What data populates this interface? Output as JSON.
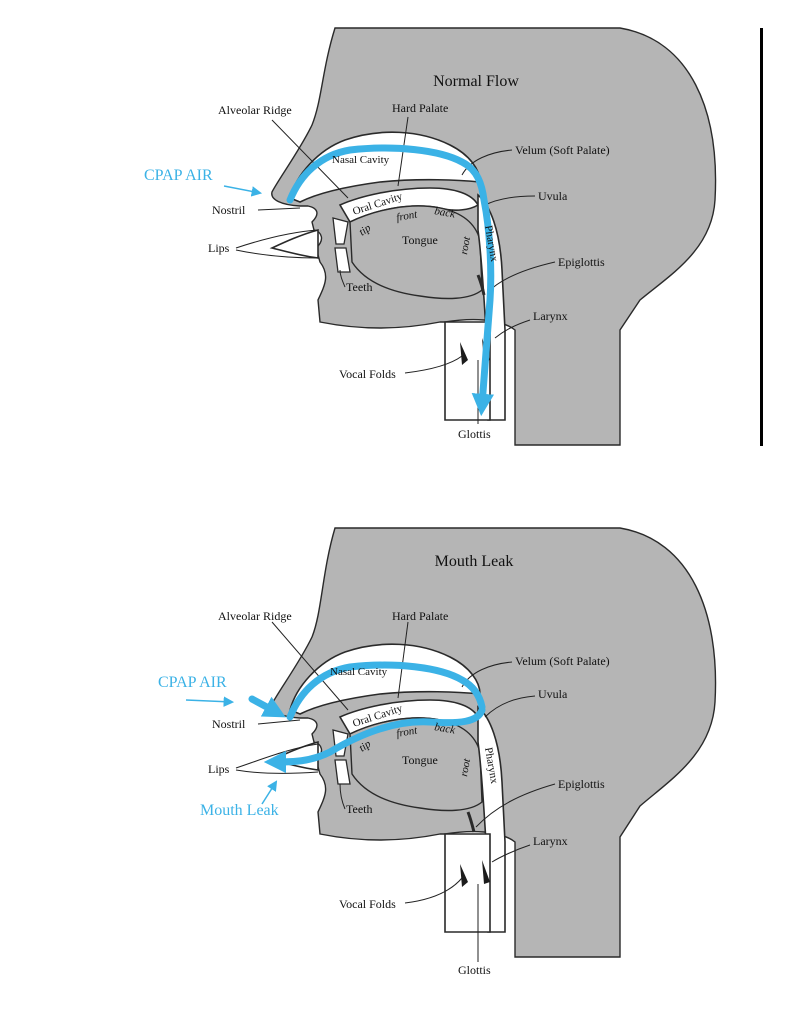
{
  "colors": {
    "airflow": "#3bb2e6",
    "head_fill": "#b5b5b5",
    "outline": "#2a2a2a"
  },
  "top": {
    "title": "Normal Flow",
    "cpap_label": "CPAP AIR",
    "labels": {
      "alveolar_ridge": "Alveolar Ridge",
      "hard_palate": "Hard Palate",
      "nasal_cavity": "Nasal Cavity",
      "velum": "Velum (Soft Palate)",
      "uvula": "Uvula",
      "nostril": "Nostril",
      "oral_cavity": "Oral Cavity",
      "front": "front",
      "back": "back",
      "tip": "tip",
      "tongue": "Tongue",
      "root": "root",
      "pharynx": "Pharynx",
      "lips": "Lips",
      "teeth": "Teeth",
      "epiglottis": "Epiglottis",
      "larynx": "Larynx",
      "vocal_folds": "Vocal Folds",
      "glottis": "Glottis"
    }
  },
  "bottom": {
    "title": "Mouth Leak",
    "cpap_label": "CPAP AIR",
    "mouth_leak_label": "Mouth Leak",
    "labels": {
      "alveolar_ridge": "Alveolar Ridge",
      "hard_palate": "Hard Palate",
      "nasal_cavity": "Nasal Cavity",
      "velum": "Velum (Soft Palate)",
      "uvula": "Uvula",
      "nostril": "Nostril",
      "oral_cavity": "Oral Cavity",
      "front": "front",
      "back": "back",
      "tip": "tip",
      "tongue": "Tongue",
      "root": "root",
      "pharynx": "Pharynx",
      "lips": "Lips",
      "teeth": "Teeth",
      "epiglottis": "Epiglottis",
      "larynx": "Larynx",
      "vocal_folds": "Vocal Folds",
      "glottis": "Glottis"
    }
  }
}
